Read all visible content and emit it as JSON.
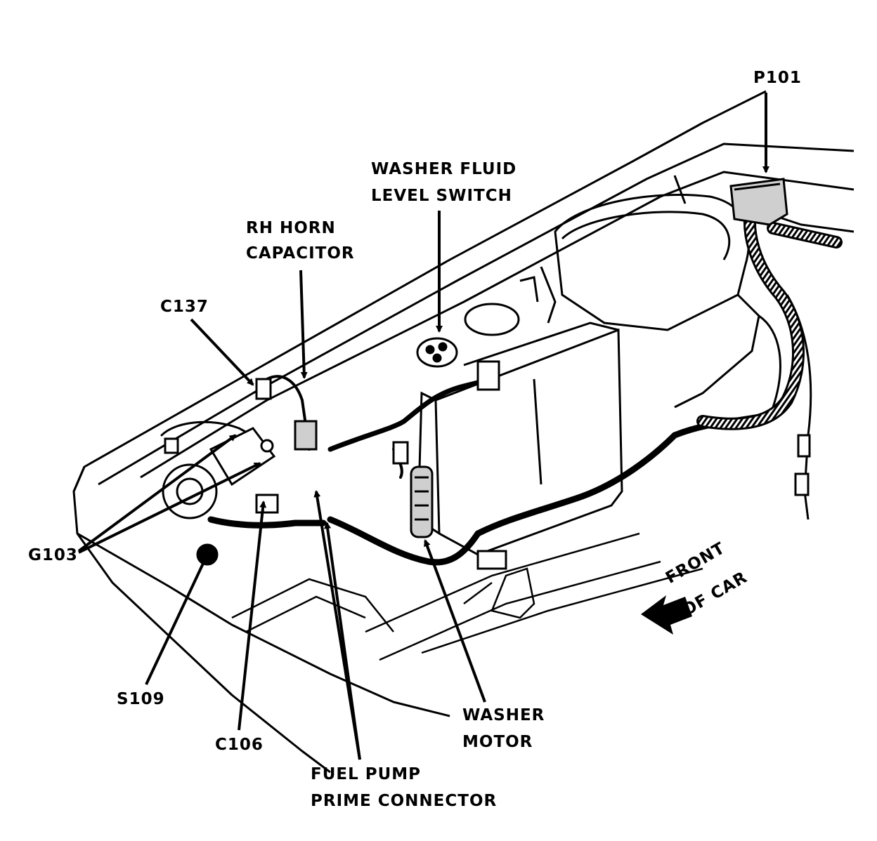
{
  "labels": {
    "p101": "P101",
    "washer_fluid_level_switch_line1": "WASHER FLUID",
    "washer_fluid_level_switch_line2": "LEVEL SWITCH",
    "rh_horn_capacitor_line1": "RH HORN",
    "rh_horn_capacitor_line2": "CAPACITOR",
    "c137": "C137",
    "g103": "G103",
    "s109": "S109",
    "c106": "C106",
    "fuel_pump_prime_connector_line1": "FUEL PUMP",
    "fuel_pump_prime_connector_line2": "PRIME CONNECTOR",
    "washer_motor_line1": "WASHER",
    "washer_motor_line2": "MOTOR",
    "front_of_car_line1": "FRONT",
    "front_of_car_line2": "OF CAR"
  },
  "colors": {
    "ink": "#000000",
    "paper": "#ffffff",
    "shade": "#cfcfcf"
  }
}
